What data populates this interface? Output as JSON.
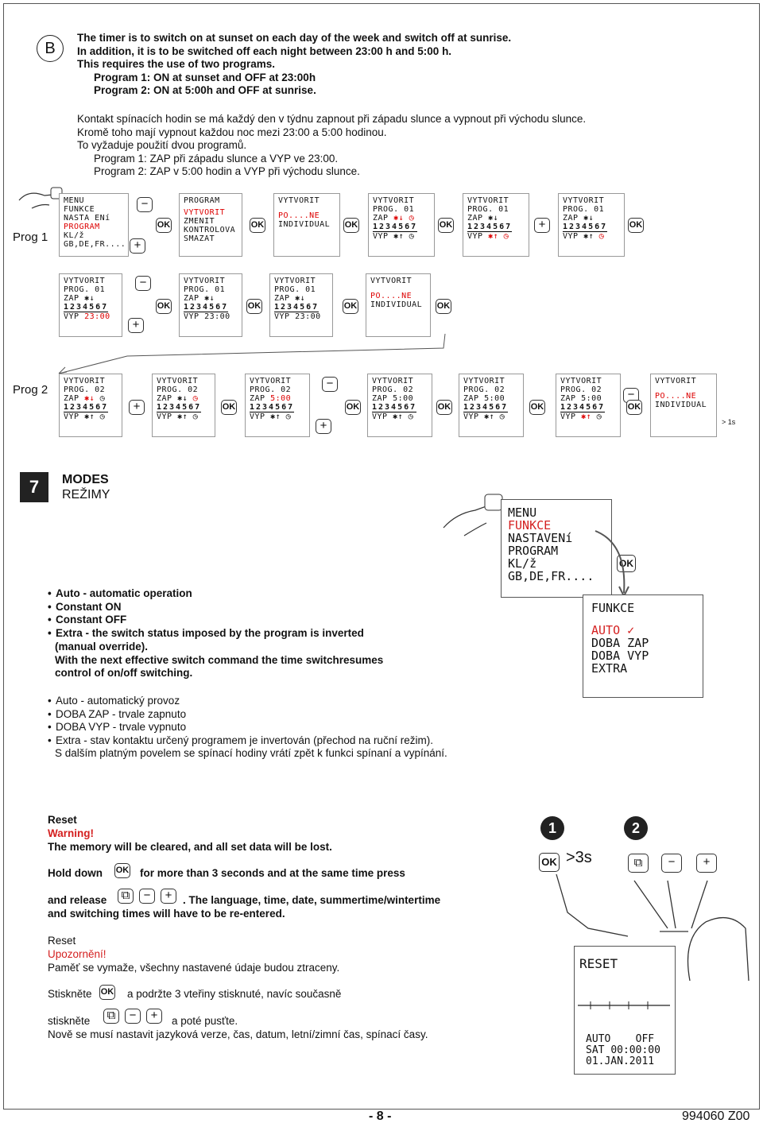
{
  "section_b": {
    "letter": "B",
    "en_lines": [
      "The timer is to switch on at sunset on each day of the week and switch off at sunrise.",
      "In addition, it is to be switched off each night between 23:00 h and 5:00 h.",
      "This requires the use of two programs.",
      "Program 1: ON at sunset and OFF at 23:00h",
      "Program 2: ON at 5:00h and OFF at sunrise."
    ],
    "cz_lines": [
      "Kontakt spínacích hodin se má každý den v týdnu zapnout při západu slunce a vypnout při východu slunce.",
      "Kromě toho mají vypnout každou noc mezi 23:00 a 5:00 hodinou.",
      "To vyžaduje použití dvou programů.",
      "Program 1: ZAP při západu slunce a VYP ve 23:00.",
      "Program 2: ZAP v 5:00 hodin a VYP při východu slunce."
    ]
  },
  "labels": {
    "prog1": "Prog 1",
    "prog2": "Prog 2",
    "ok": "OK",
    "plus": "+",
    "minus": "−",
    "hold": "> 1s"
  },
  "lcd": {
    "menu": [
      "MENU",
      "FUNKCE",
      "NASTA ENí",
      "PROGRAM",
      "KL/ž",
      "GB,DE,FR...."
    ],
    "program": [
      "PROGRAM",
      "VYTVORIT",
      "ZMENIT",
      "KONTROLOVA",
      "SMAZAT"
    ],
    "vytvorit": "VYTVORIT",
    "po_ne": "PO....NE",
    "individual": "INDIVIDUAL",
    "prog01": "PROG. 01",
    "prog02": "PROG. 02",
    "zap": "ZAP",
    "vyp": "VYP",
    "days": "1234567",
    "time_2300": "23:00",
    "time_500": "5:00"
  },
  "section7": {
    "number": "7",
    "title_en": "MODES",
    "title_cz": "REŽIMY",
    "en_bullets": [
      "Auto - automatic operation",
      "Constant ON",
      "Constant OFF",
      "Extra - the switch status imposed by the program is inverted"
    ],
    "en_cont": [
      "(manual override).",
      "With the next effective switch command  the time switchresumes",
      "control of on/off switching."
    ],
    "cz_bullets": [
      "Auto - automatický provoz",
      "DOBA ZAP - trvale zapnuto",
      "DOBA VYP - trvale vypnuto",
      "Extra - stav kontaktu určený programem je invertován (přechod na ruční režim)."
    ],
    "cz_cont": "S dalším platným povelem se spínací hodiny vrátí zpět k funkci spínaní a vypínání.",
    "menu_big": [
      "MENU",
      "FUNKCE",
      "NASTAVENí",
      "PROGRAM",
      "KL/ž",
      "GB,DE,FR...."
    ],
    "funkce_big": [
      "FUNKCE",
      "AUTO",
      "DOBA ZAP",
      "DOBA VYP",
      "EXTRA"
    ]
  },
  "reset": {
    "title_en": "Reset",
    "warning_en": "Warning!",
    "line1_en": "The memory will be cleared, and all set data will be lost.",
    "hold_en": "Hold down",
    "hold_en_2": "for more than 3 seconds and at the same time press",
    "release_en": "and release",
    "release_en_2": ". The language, time, date, summertime/wintertime",
    "release_en_3": "and switching times will have to be re-entered.",
    "title_cz": "Reset",
    "warning_cz": "Upozornění!",
    "line1_cz": "Paměť se vymaže, všechny nastavené údaje budou ztraceny.",
    "press_cz": "Stiskněte",
    "press_cz_2": "a podržte 3 vteřiny stisknuté, navíc současně",
    "press2_cz": "stiskněte",
    "press2_cz_2": "a poté pusťte.",
    "final_cz": "Nově se musí nastavit jazyková verze, čas, datum, letní/zimní čas, spínací časy.",
    "step1": "1",
    "step2": "2",
    "gt3s": ">3s",
    "lcd_reset": "RESET",
    "lcd_auto": "AUTO",
    "lcd_off": "OFF",
    "lcd_sat": "SAT",
    "lcd_time": "00:00:00",
    "lcd_date": "01.JAN.2011"
  },
  "footer": {
    "page": "- 8 -",
    "code": "994060 Z00"
  }
}
